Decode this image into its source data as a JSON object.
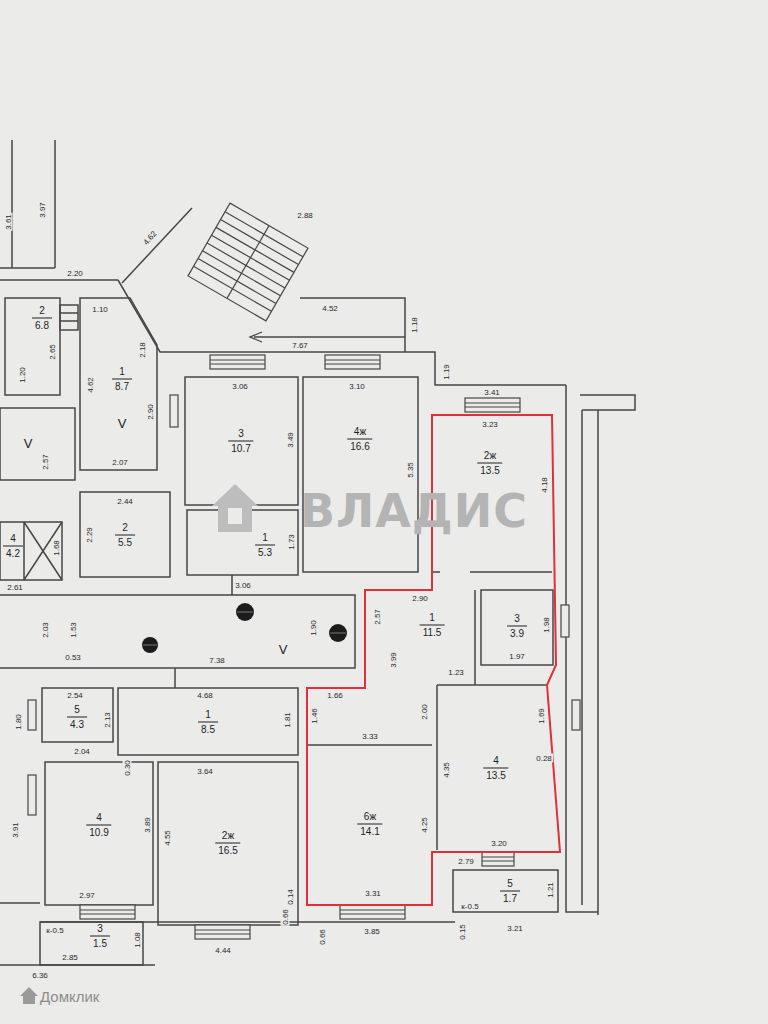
{
  "diagram": {
    "nodes": [
      {
        "text": [
          "2",
          "6.8"
        ]
      },
      {
        "text": [
          "1",
          "8.7",
          "V"
        ]
      },
      {
        "text": [
          "3",
          "10.7"
        ]
      },
      {
        "text": [
          "4ж",
          "16.6"
        ]
      },
      {
        "text": [
          "V"
        ]
      },
      {
        "text": [
          "2ж",
          "13.5"
        ]
      },
      {
        "text": [
          "2",
          "5.5"
        ]
      },
      {
        "text": [
          "4",
          "4.2"
        ]
      },
      {
        "text": [
          "1",
          "5.3"
        ]
      },
      {
        "text": [
          "V"
        ]
      },
      {
        "text": [
          "1",
          "11.5"
        ]
      },
      {
        "text": [
          "3",
          "3.9"
        ]
      },
      {
        "text": [
          "5",
          "4.3"
        ]
      },
      {
        "text": [
          "1",
          "8.5"
        ]
      },
      {
        "text": [
          "4",
          "13.5"
        ]
      },
      {
        "text": [
          "6ж",
          "14.1"
        ]
      },
      {
        "text": [
          "4",
          "10.9"
        ]
      },
      {
        "text": [
          "2ж",
          "16.5"
        ]
      },
      {
        "text": [
          "3",
          "1.5"
        ]
      },
      {
        "text": [
          "5",
          "1.7"
        ]
      }
    ],
    "labels": [
      "3.61",
      "3.97",
      "2.20",
      "4.62",
      "2.88",
      "1.10",
      "2.65",
      "1.20",
      "4.62",
      "2.18",
      "4.52",
      "7.67",
      "1.18",
      "2.90",
      "2.07",
      "1.19",
      "3.06",
      "3.49",
      "3.10",
      "5.35",
      "3.41",
      "3.23",
      "4.18",
      "2.57",
      "2.44",
      "2.29",
      "1.73",
      "3.06",
      "1.68",
      "2.61",
      "2.03",
      "1.53",
      "0.53",
      "1.90",
      "7.38",
      "2.90",
      "2.57",
      "3.99",
      "1.23",
      "1.98",
      "1.97",
      "1.66",
      "1.46",
      "2.00",
      "3.33",
      "1.69",
      "4.35",
      "0.28",
      "4.25",
      "3.20",
      "2.79",
      "1.21",
      "к-0.5",
      "3.21",
      "0.15",
      "3.85",
      "3.31",
      "0.66",
      "4.68",
      "1.81",
      "2.54",
      "2.13",
      "1.80",
      "0.30",
      "2.04",
      "3.64",
      "4.55",
      "3.89",
      "3.91",
      "2.97",
      "0.14",
      "0.66",
      "к-0.5",
      "2.85",
      "1.08",
      "4.44",
      "6.36",
      "ВЛАДИС",
      "Домклик"
    ]
  }
}
